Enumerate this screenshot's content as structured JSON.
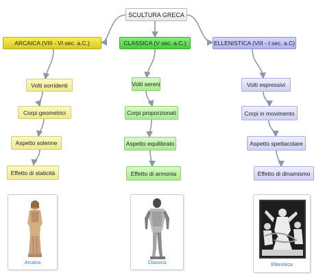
{
  "root": "SCULTURA GRECA",
  "columns": [
    {
      "heading": "ARCAICA (VIII - VI sec. a.C.)",
      "items": [
        "Volti sorridenti",
        "Corpi geometrici",
        "Aspetto solenne",
        "Effetto di staticità"
      ],
      "image_caption": "Arcaica"
    },
    {
      "heading": "CLASSICA (V sec. a.C.)",
      "items": [
        "Volti sereni",
        "Corpi proporzionati",
        "Aspetto equilibrato",
        "Effetto di armonia"
      ],
      "image_caption": "Classica"
    },
    {
      "heading": "ELLENISTICA (VIII - I sec. a.C)",
      "items": [
        "Volti espressivi",
        "Corpi in movimento",
        "Aspetto spettacolare",
        "Effetto di dinamismo"
      ],
      "image_caption": "Ellenistica"
    }
  ],
  "colors": {
    "arcaica": "#e8dc3a",
    "classica": "#5ad24c",
    "ellenistica": "#c3c4f7",
    "connector": "#8d98aa"
  }
}
